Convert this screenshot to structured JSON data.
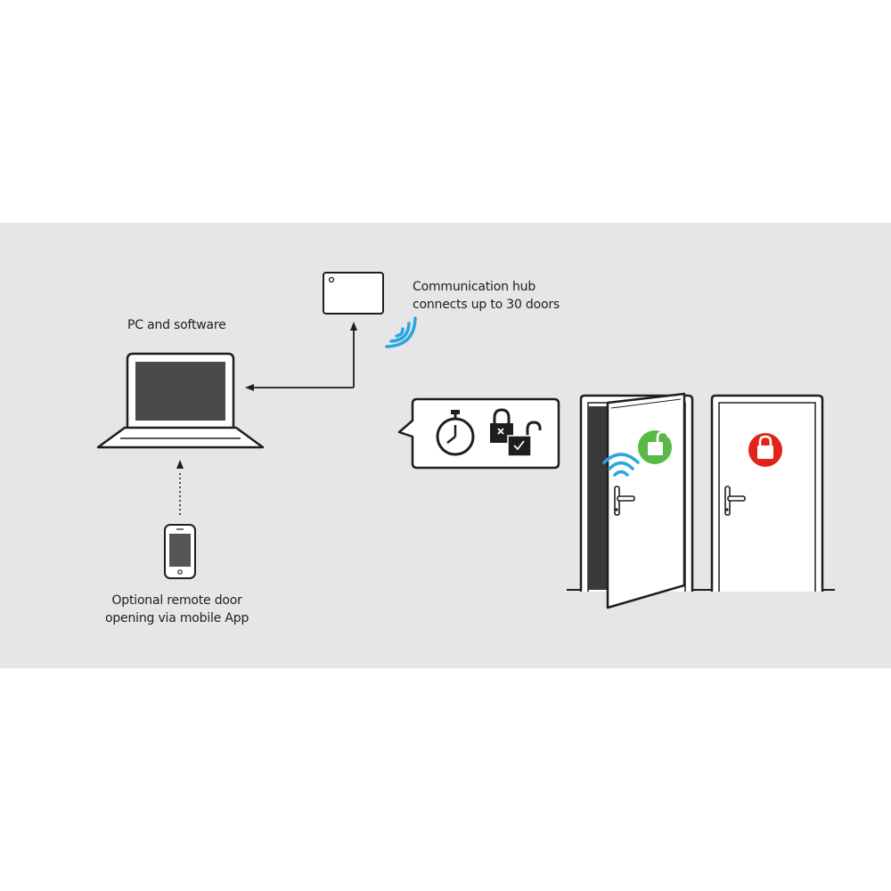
{
  "labels": {
    "pc": "PC and software",
    "hub_line1": "Communication hub",
    "hub_line2": "connects up to 30 doors",
    "phone_line1": "Optional remote door",
    "phone_line2": "opening via mobile App"
  },
  "nodes": [
    {
      "id": "pc",
      "label": "PC and software",
      "icon": "laptop-icon"
    },
    {
      "id": "hub",
      "label": "Communication hub connects up to 30 doors",
      "icon": "hub-device-icon"
    },
    {
      "id": "phone",
      "label": "Optional remote door opening via mobile App",
      "icon": "smartphone-icon"
    },
    {
      "id": "door-open",
      "icon": "open-door-icon",
      "lock_state": "unlocked"
    },
    {
      "id": "door-closed",
      "icon": "closed-door-icon",
      "lock_state": "locked"
    }
  ],
  "edges": [
    {
      "from": "hub",
      "to": "pc",
      "style": "solid"
    },
    {
      "from": "phone",
      "to": "pc",
      "style": "dotted"
    }
  ],
  "icons": {
    "callout": [
      "stopwatch-icon",
      "lock-schedule-icon"
    ],
    "wireless": "wifi-signal-icon"
  },
  "colors": {
    "background": "#ffffff",
    "band": "#e6e6e6",
    "outline": "#1e1e1e",
    "wifi": "#2aa7df",
    "unlocked": "#58b947",
    "locked": "#e2231a"
  }
}
